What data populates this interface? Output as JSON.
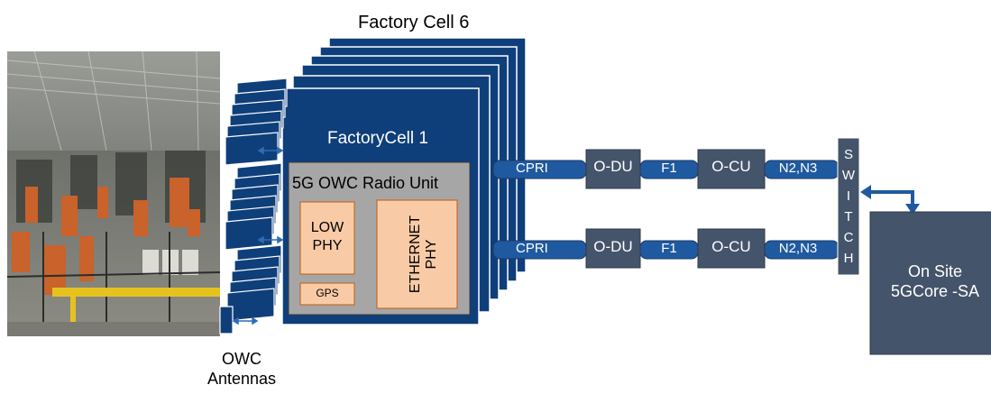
{
  "diagram": {
    "top_title": "Factory Cell 6",
    "main_cell_title": "FactoryCell 1",
    "radio_unit_title": "5G OWC Radio Unit",
    "low_phy_line1": "LOW",
    "low_phy_line2": "PHY",
    "gps_label": "GPS",
    "ethernet_phy_line1": "ETHERNET",
    "ethernet_phy_line2": "PHY",
    "antennas_line1": "OWC",
    "antennas_line2": "Antennas",
    "chains": [
      {
        "cpri": "CPRI",
        "odu": "O-DU",
        "f1": "F1",
        "ocu": "O-CU",
        "n2n3": "N2,N3"
      },
      {
        "cpri": "CPRI",
        "odu": "O-DU",
        "f1": "F1",
        "ocu": "O-CU",
        "n2n3": "N2,N3"
      }
    ],
    "switch_letters": [
      "S",
      "W",
      "I",
      "T",
      "C",
      "H"
    ],
    "core_line1": "On Site",
    "core_line2": "5GCore -SA"
  },
  "colors": {
    "navy": "#0f3f7a",
    "dark_box": "#44546a",
    "gray": "#a6a6a6",
    "orange": "#f8cba6",
    "stroke": "#1f3864"
  }
}
